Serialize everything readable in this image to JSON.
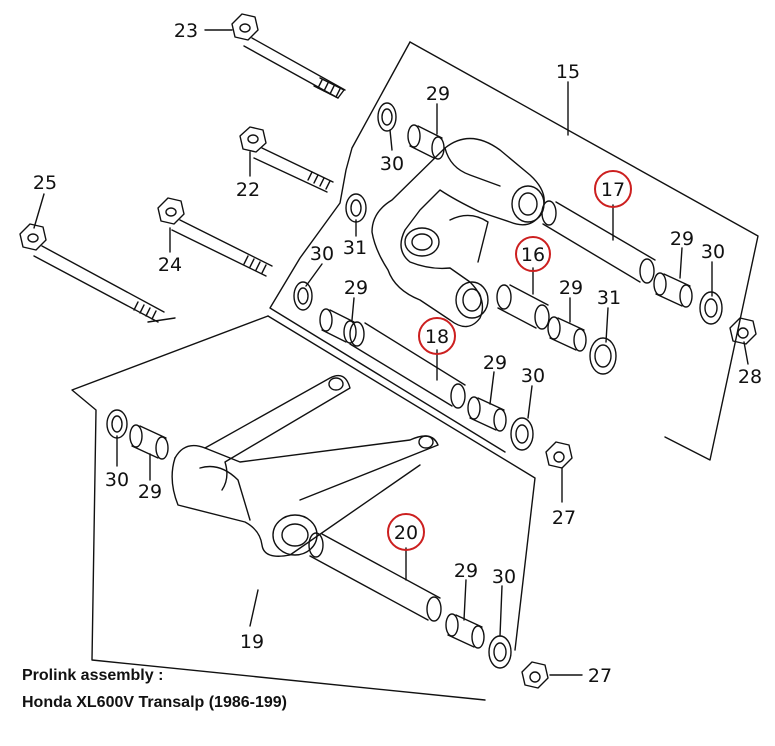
{
  "labels": {
    "n15": "15",
    "n16": "16",
    "n17": "17",
    "n18": "18",
    "n19": "19",
    "n20": "20",
    "n22": "22",
    "n23": "23",
    "n24": "24",
    "n25": "25",
    "n27a": "27",
    "n27b": "27",
    "n28": "28",
    "n29a": "29",
    "n29b": "29",
    "n29c": "29",
    "n29d": "29",
    "n29e": "29",
    "n29f": "29",
    "n29g": "29",
    "n30a": "30",
    "n30b": "30",
    "n30c": "30",
    "n30d": "30",
    "n30e": "30",
    "n30f": "30",
    "n31a": "31",
    "n31b": "31"
  },
  "caption": {
    "line1": "Prolink assembly :",
    "line2": "Honda XL600V Transalp (1986-199)"
  },
  "colors": {
    "highlight_circle": "#cc1f1f",
    "line": "#111111",
    "background": "#ffffff"
  }
}
